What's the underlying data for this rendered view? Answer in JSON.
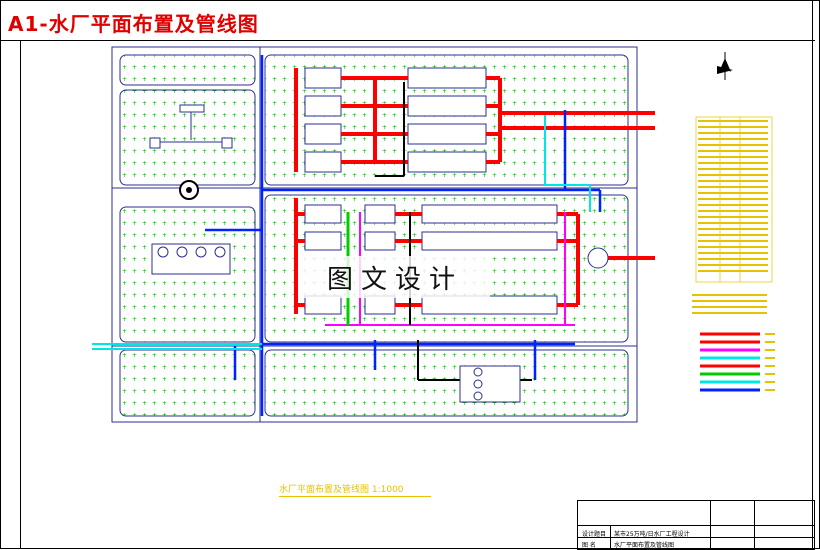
{
  "title": "A1-水厂平面布置及管线图",
  "scale_label": "水厂平面布置及管线图 1:1000",
  "watermark": "图文设计",
  "title_block": {
    "row1_label": "设计题目",
    "row1_value": "某市25万吨/日水厂工程设计",
    "row2_label": "图 名",
    "row2_value": "水厂平面布置及管线图"
  },
  "colors": {
    "title": "#e00000",
    "outline": "#2a2f8f",
    "pipe_red": "#ff0000",
    "pipe_blue": "#0022ff",
    "pipe_cyan": "#00e5e5",
    "pipe_magenta": "#ff00ff",
    "pipe_green": "#00cc00",
    "pipe_black": "#000000",
    "lawn": "#00aa00",
    "label": "#e6c200"
  },
  "icons": [
    "north-arrow-icon",
    "clarifier-icon",
    "tank-icon"
  ]
}
